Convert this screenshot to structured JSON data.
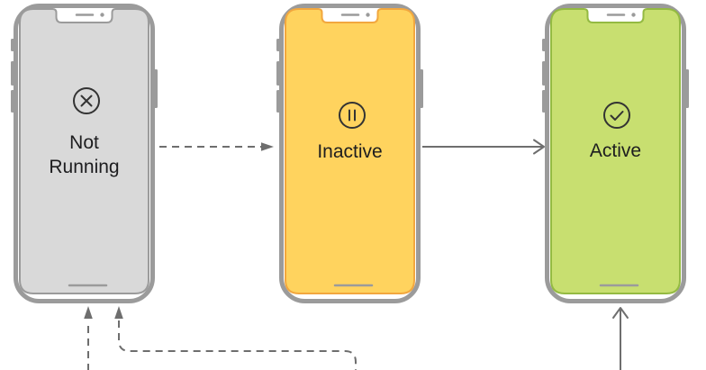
{
  "colors": {
    "background": "#ffffff",
    "phone_frame": "#9b9b9b",
    "arrow": "#6e6e6e",
    "icon_stroke": "#333333",
    "label_text": "#1d1d1f"
  },
  "states": [
    {
      "name": "Not Running",
      "label_lines": [
        "Not",
        "Running"
      ],
      "icon": "x-circle",
      "screen_fill": "#d9d9d9",
      "screen_border": "#9b9b9b"
    },
    {
      "name": "Inactive",
      "label_lines": [
        "Inactive"
      ],
      "icon": "pause-circle",
      "screen_fill": "#ffd35e",
      "screen_border": "#f2a73e"
    },
    {
      "name": "Active",
      "label_lines": [
        "Active"
      ],
      "icon": "check-circle",
      "screen_fill": "#c8df70",
      "screen_border": "#94ba42"
    }
  ],
  "transitions": [
    {
      "from": "Not Running",
      "to": "Inactive",
      "line_style": "dashed"
    },
    {
      "from": "Inactive",
      "to": "Active",
      "line_style": "solid"
    },
    {
      "from": "offscreen-bottom",
      "to": "Not Running",
      "line_style": "dashed"
    },
    {
      "from": "offscreen-bottom-right",
      "to": "Not Running",
      "line_style": "dashed"
    },
    {
      "from": "offscreen-bottom",
      "to": "Active",
      "line_style": "solid"
    }
  ]
}
